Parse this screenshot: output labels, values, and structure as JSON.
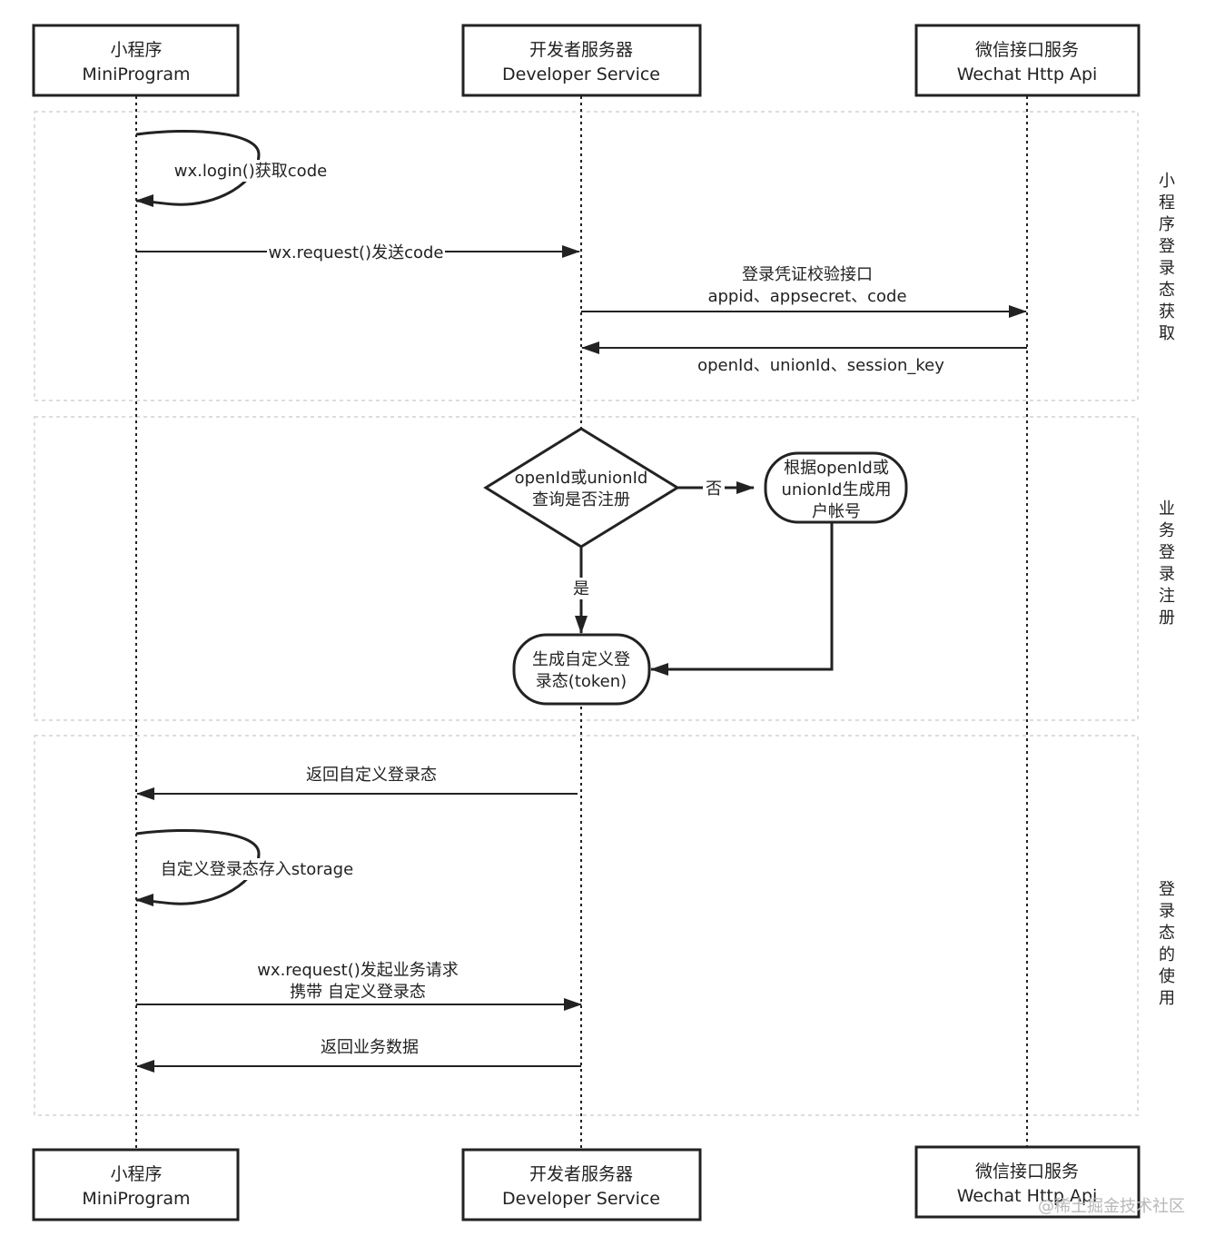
{
  "participants": {
    "mini": {
      "name": "小程序",
      "sub": "MiniProgram"
    },
    "dev": {
      "name": "开发者服务器",
      "sub": "Developer Service"
    },
    "wx": {
      "name": "微信接口服务",
      "sub": "Wechat Http Api"
    }
  },
  "sections": {
    "s1": "小程序登录态获取",
    "s2": "业务登录注册",
    "s3": "登录态的使用"
  },
  "messages": {
    "login_self": "wx.login()获取code",
    "send_code": "wx.request()发送code",
    "verify_1": "登录凭证校验接口",
    "verify_2": "appid、appsecret、code",
    "return_ids": "openId、unionId、session_key",
    "return_state": "返回自定义登录态",
    "store_self": "自定义登录态存入storage",
    "biz_req_1": "wx.request()发起业务请求",
    "biz_req_2": "携带 自定义登录态",
    "return_data": "返回业务数据"
  },
  "flow": {
    "decision_1": "openId或unionId",
    "decision_2": "查询是否注册",
    "no": "否",
    "yes": "是",
    "create_1": "根据openId或",
    "create_2": "unionId生成用",
    "create_3": "户帐号",
    "token_1": "生成自定义登",
    "token_2": "录态(token)"
  },
  "watermark": "@稀土掘金技术社区",
  "colors": {
    "line": "#222222",
    "section_border": "#dddddd",
    "watermark": "#b8b8b8"
  }
}
